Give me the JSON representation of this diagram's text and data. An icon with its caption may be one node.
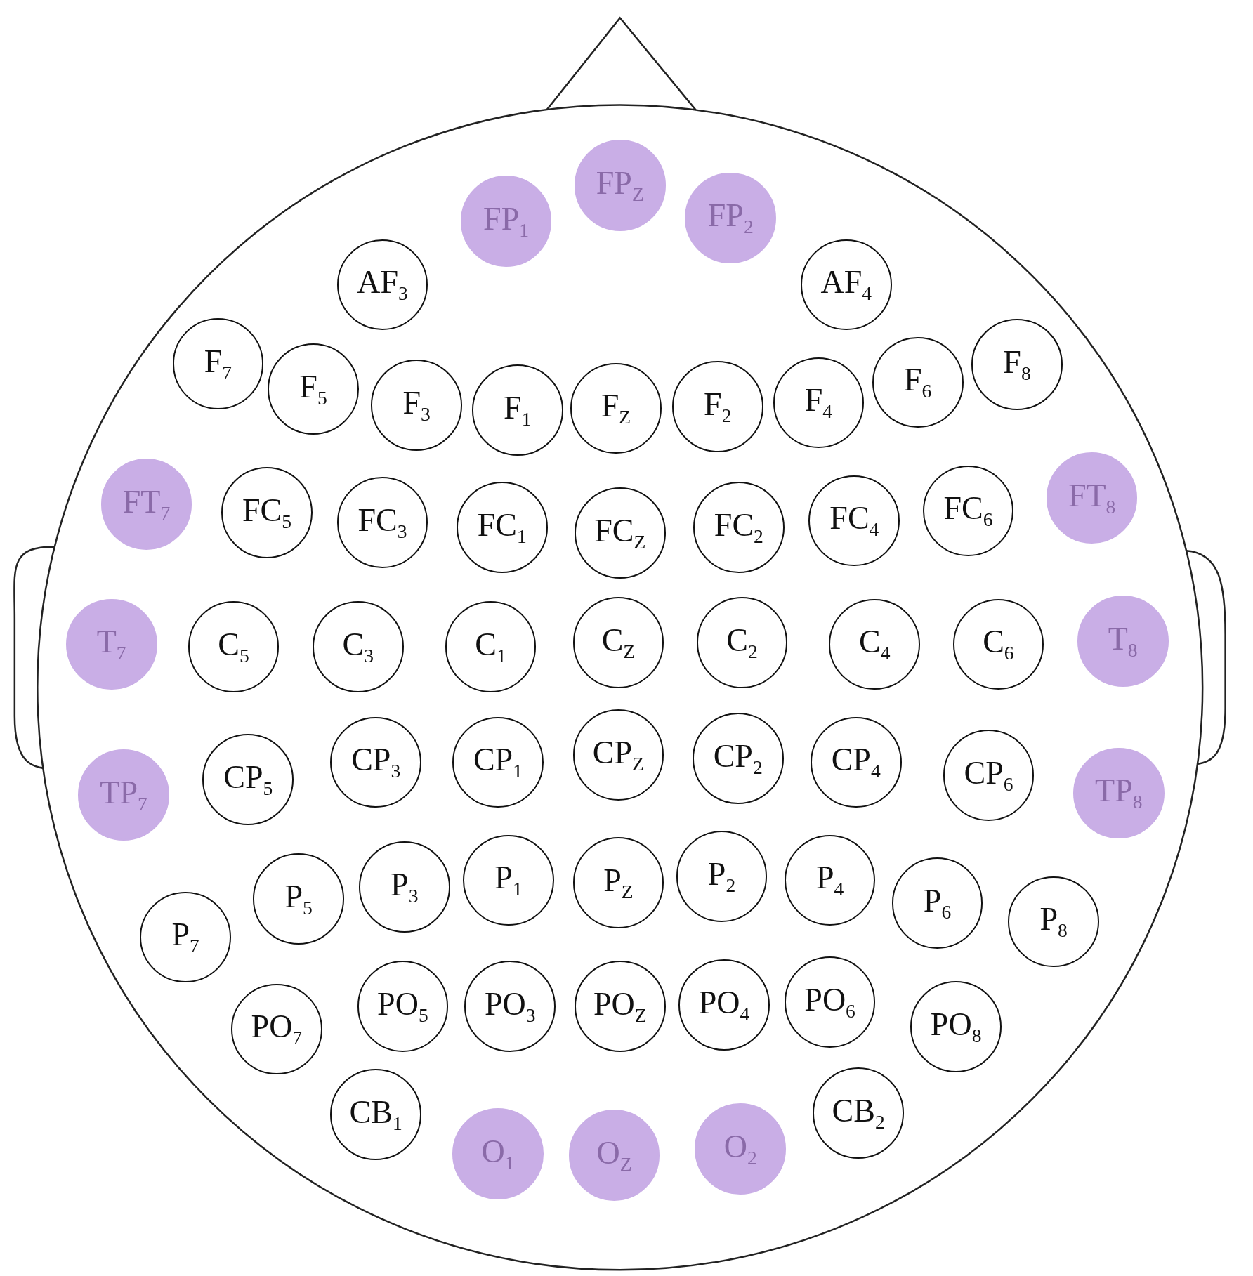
{
  "diagram": {
    "nodes": [
      {
        "text": [
          "FP$_{Z}$"
        ]
      },
      {
        "text": [
          "FP$_{1}$"
        ]
      },
      {
        "text": [
          "FP$_{2}$"
        ]
      },
      {
        "text": [
          "AF$_{3}$"
        ]
      },
      {
        "text": [
          "AF$_{4}$"
        ]
      },
      {
        "text": [
          "F$_{7}$"
        ]
      },
      {
        "text": [
          "F$_{5}$"
        ]
      },
      {
        "text": [
          "F$_{3}$"
        ]
      },
      {
        "text": [
          "F$_{1}$"
        ]
      },
      {
        "text": [
          "F$_{Z}$"
        ]
      },
      {
        "text": [
          "F$_{2}$"
        ]
      },
      {
        "text": [
          "F$_{4}$"
        ]
      },
      {
        "text": [
          "F$_{6}$"
        ]
      },
      {
        "text": [
          "F$_{8}$"
        ]
      },
      {
        "text": [
          "FT$_{7}$"
        ]
      },
      {
        "text": [
          "FC$_{5}$"
        ]
      },
      {
        "text": [
          "FC$_{3}$"
        ]
      },
      {
        "text": [
          "FC$_{1}$"
        ]
      },
      {
        "text": [
          "FC$_{Z}$"
        ]
      },
      {
        "text": [
          "FC$_{2}$"
        ]
      },
      {
        "text": [
          "FC$_{4}$"
        ]
      },
      {
        "text": [
          "FC$_{6}$"
        ]
      },
      {
        "text": [
          "FT$_{8}$"
        ]
      },
      {
        "text": [
          "T$_{7}$"
        ]
      },
      {
        "text": [
          "C$_{5}$"
        ]
      },
      {
        "text": [
          "C$_{3}$"
        ]
      },
      {
        "text": [
          "C$_{1}$"
        ]
      },
      {
        "text": [
          "C$_{Z}$"
        ]
      },
      {
        "text": [
          "C$_{2}$"
        ]
      },
      {
        "text": [
          "C$_{4}$"
        ]
      },
      {
        "text": [
          "C$_{6}$"
        ]
      },
      {
        "text": [
          "T$_{8}$"
        ]
      },
      {
        "text": [
          "TP$_{7}$"
        ]
      },
      {
        "text": [
          "CP$_{5}$"
        ]
      },
      {
        "text": [
          "CP$_{3}$"
        ]
      },
      {
        "text": [
          "CP$_{1}$"
        ]
      },
      {
        "text": [
          "CP$_{Z}$"
        ]
      },
      {
        "text": [
          "CP$_{2}$"
        ]
      },
      {
        "text": [
          "CP$_{4}$"
        ]
      },
      {
        "text": [
          "CP$_{6}$"
        ]
      },
      {
        "text": [
          "TP$_{8}$"
        ]
      },
      {
        "text": [
          "P$_{7}$"
        ]
      },
      {
        "text": [
          "P$_{5}$"
        ]
      },
      {
        "text": [
          "P$_{3}$"
        ]
      },
      {
        "text": [
          "P$_{1}$"
        ]
      },
      {
        "text": [
          "P$_{Z}$"
        ]
      },
      {
        "text": [
          "P$_{2}$"
        ]
      },
      {
        "text": [
          "P$_{4}$"
        ]
      },
      {
        "text": [
          "P$_{6}$"
        ]
      },
      {
        "text": [
          "P$_{8}$"
        ]
      },
      {
        "text": [
          "PO$_{7}$"
        ]
      },
      {
        "text": [
          "PO$_{5}$"
        ]
      },
      {
        "text": [
          "PO$_{3}$"
        ]
      },
      {
        "text": [
          "PO$_{Z}$"
        ]
      },
      {
        "text": [
          "PO$_{4}$"
        ]
      },
      {
        "text": [
          "PO$_{6}$"
        ]
      },
      {
        "text": [
          "PO$_{8}$"
        ]
      },
      {
        "text": [
          "CB$_{1}$"
        ]
      },
      {
        "text": [
          "O$_{1}$"
        ]
      },
      {
        "text": [
          "O$_{Z}$"
        ]
      },
      {
        "text": [
          "O$_{2}$"
        ]
      },
      {
        "text": [
          "CB$_{2}$"
        ]
      }
    ]
  }
}
